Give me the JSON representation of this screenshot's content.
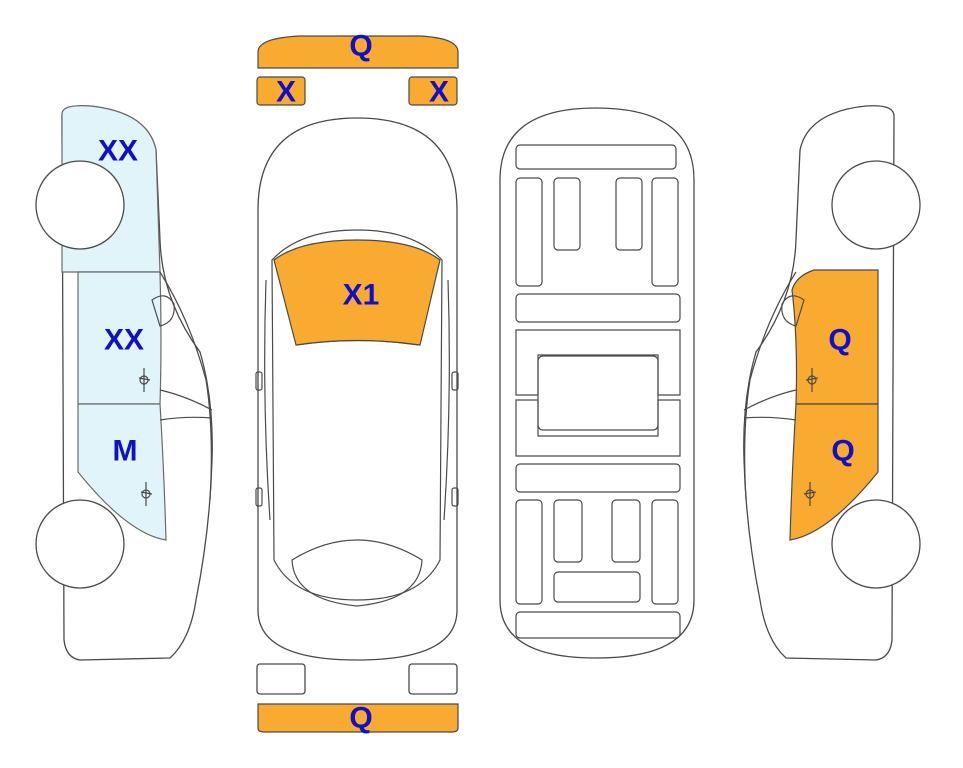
{
  "colors": {
    "orange": "#F8AB30",
    "light_blue": "#E1F4F9",
    "label": "#1010C8",
    "outline": "#4A4A4A"
  },
  "panels": {
    "front_bumper": "Q",
    "left_headlight": "X",
    "right_headlight": "X",
    "hood": "X1",
    "rear_bumper": "Q",
    "left_front_fender": "XX",
    "left_front_door": "XX",
    "left_rear_door": "M",
    "right_front_door": "Q",
    "right_rear_door": "Q"
  }
}
